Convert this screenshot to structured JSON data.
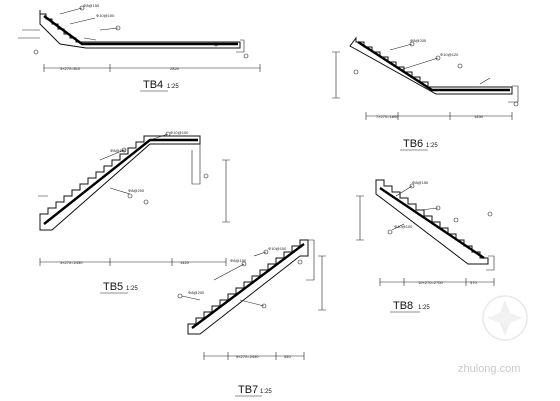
{
  "drawings": [
    {
      "id": "tb4",
      "label": "TB4",
      "scale": "1:25"
    },
    {
      "id": "tb6",
      "label": "TB6",
      "scale": "1:25"
    },
    {
      "id": "tb5",
      "label": "TB5",
      "scale": "1:25"
    },
    {
      "id": "tb8",
      "label": "TB8",
      "scale": "1:25"
    },
    {
      "id": "tb7",
      "label": "TB7",
      "scale": "1:25"
    }
  ],
  "watermark": {
    "text": "zhulong.com"
  }
}
